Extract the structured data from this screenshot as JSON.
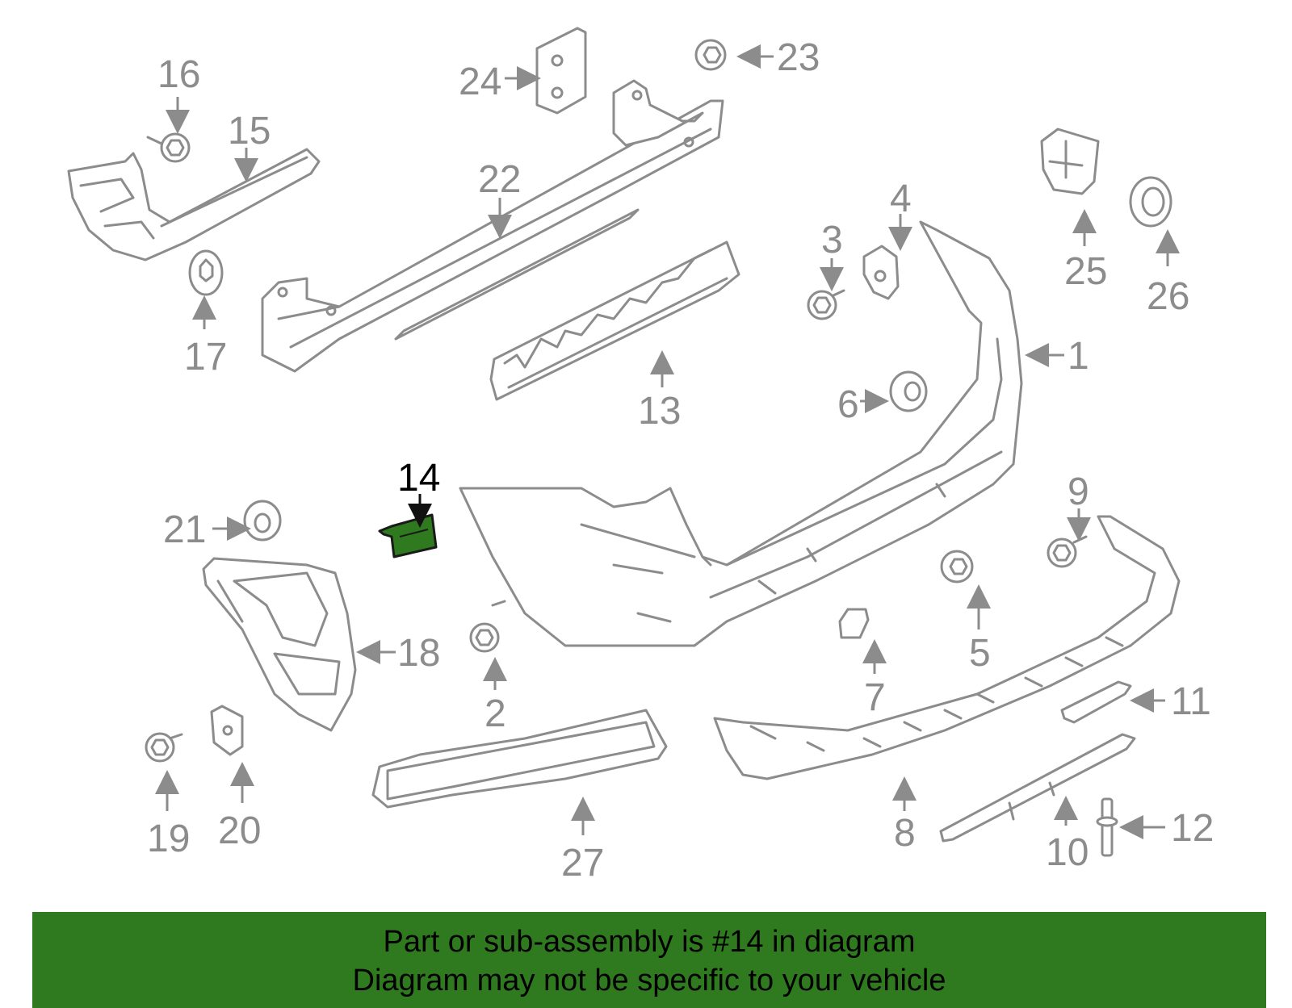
{
  "diagram": {
    "highlight_color": "#2f7a1f",
    "part_color": "#8c8c8c",
    "callouts": {
      "c1": "1",
      "c2": "2",
      "c3": "3",
      "c4": "4",
      "c5": "5",
      "c6": "6",
      "c7": "7",
      "c8": "8",
      "c9": "9",
      "c10": "10",
      "c11": "11",
      "c12": "12",
      "c13": "13",
      "c14": "14",
      "c15": "15",
      "c16": "16",
      "c17": "17",
      "c18": "18",
      "c19": "19",
      "c20": "20",
      "c21": "21",
      "c22": "22",
      "c23": "23",
      "c24": "24",
      "c25": "25",
      "c26": "26",
      "c27": "27"
    }
  },
  "banner": {
    "line1": "Part or sub-assembly is #14 in diagram",
    "line2": "Diagram may not be specific to your vehicle"
  }
}
